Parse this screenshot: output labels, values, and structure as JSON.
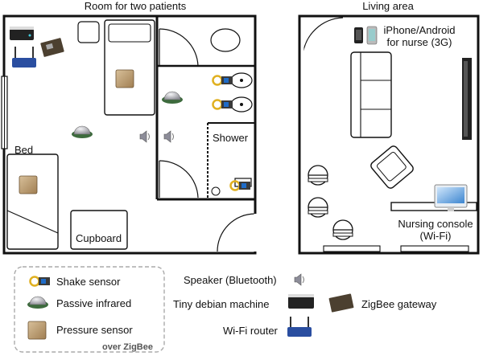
{
  "rooms": {
    "patient_room": "Room for two patients",
    "living_area": "Living area"
  },
  "labels": {
    "bed": "Bed",
    "cupboard": "Cupboard",
    "shower": "Shower",
    "phone": "iPhone/Android\nfor nurse (3G)",
    "nursing_console": "Nursing console\n(Wi-Fi)"
  },
  "legend": {
    "shake_sensor": "Shake sensor",
    "passive_infrared": "Passive infrared",
    "pressure_sensor": "Pressure sensor",
    "over_zigbee": "over ZigBee",
    "speaker": "Speaker (Bluetooth)",
    "tiny_debian": "Tiny debian machine",
    "zigbee_gateway": "ZigBee gateway",
    "wifi_router": "Wi-Fi router"
  },
  "colors": {
    "wall": "#111111",
    "pressure_pad": "#b89a70",
    "pir_sensor": "#c8c8cc",
    "sensor_board": "#2a5a2a",
    "shake_ring": "#e0b020",
    "router": "#2a4ea0",
    "screen": "#5aa0e0",
    "legend_border": "#aaaaaa"
  }
}
